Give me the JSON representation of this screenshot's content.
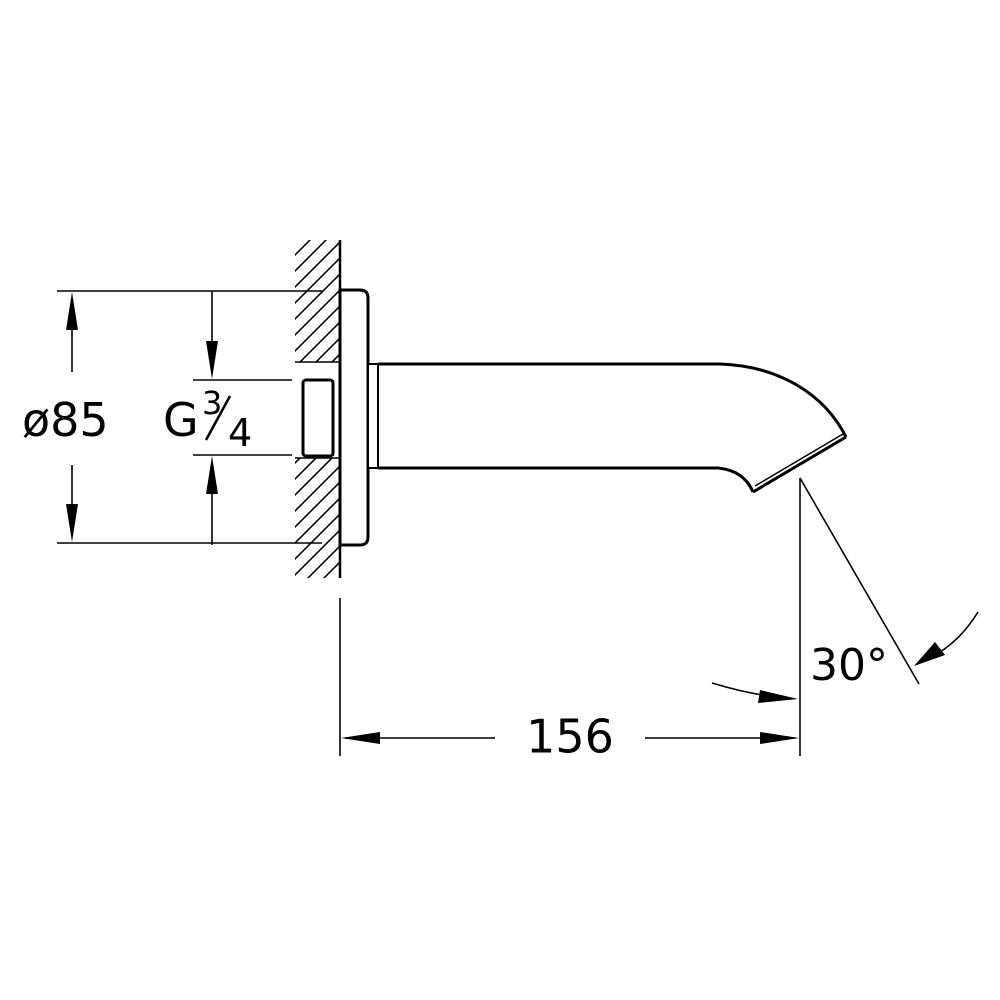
{
  "dimensions": {
    "flange_diameter": "ø85",
    "thread_letter": "G",
    "thread_numerator": "3",
    "thread_denominator": "4",
    "projection": "156",
    "angle": "30°"
  },
  "colors": {
    "line": "#000000",
    "background": "#ffffff"
  }
}
